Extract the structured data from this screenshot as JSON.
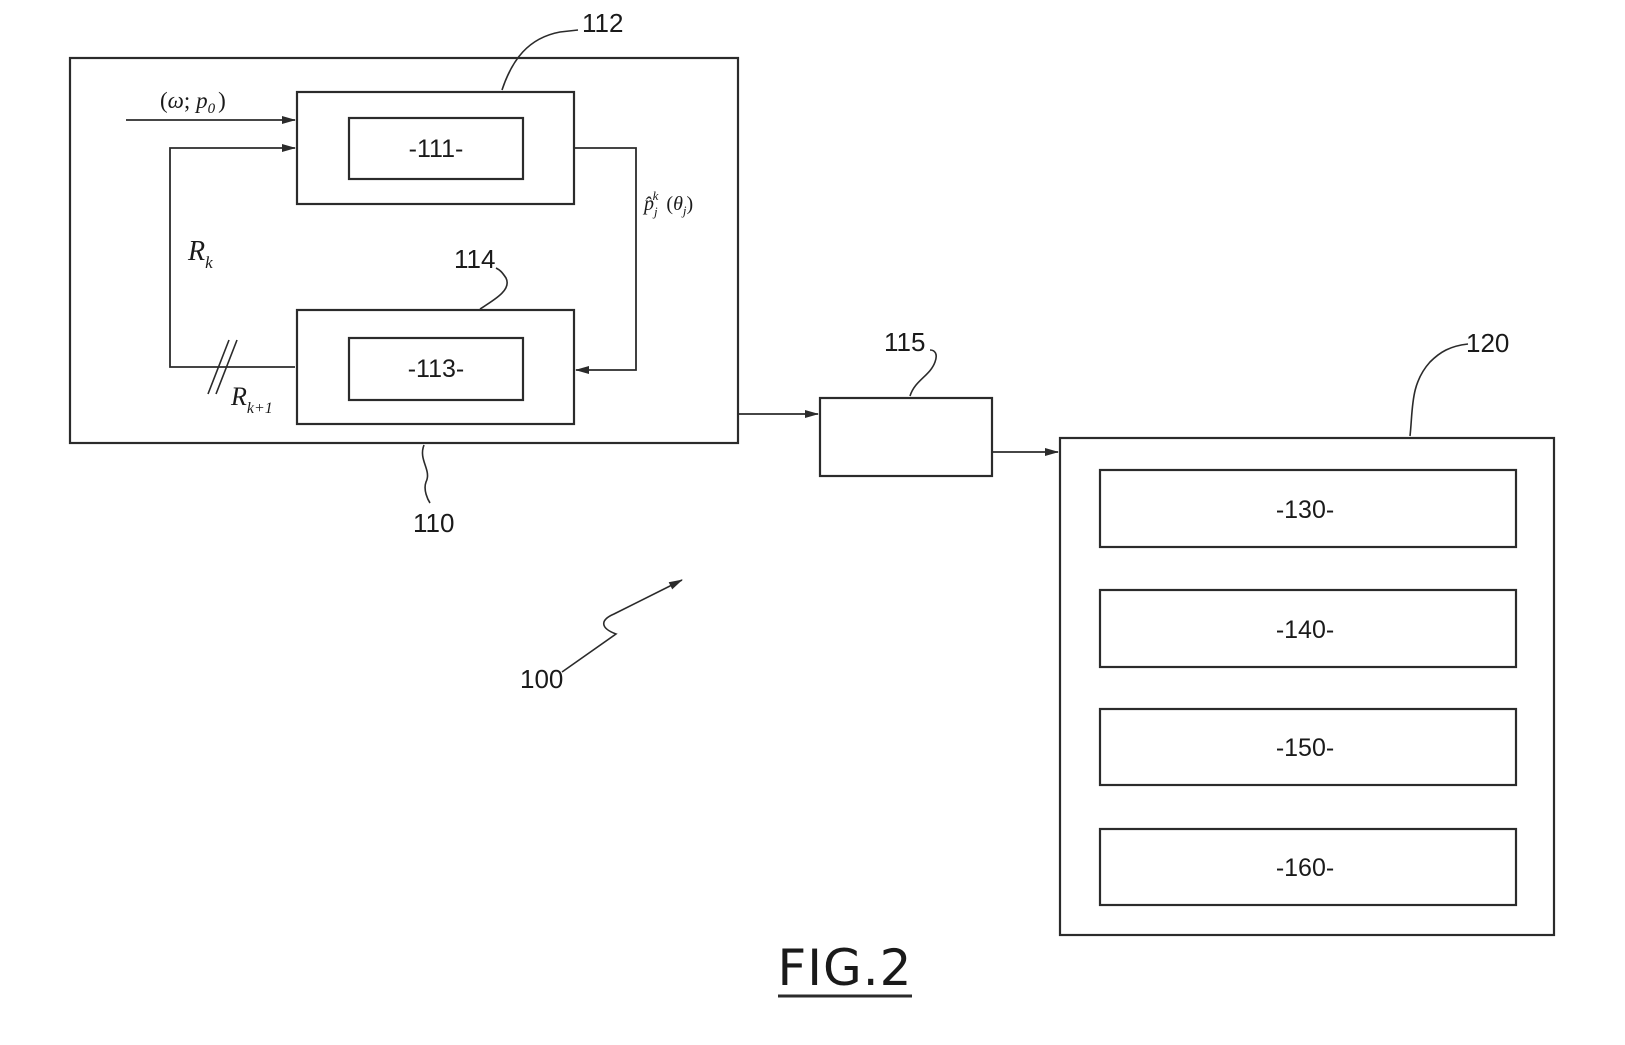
{
  "figure_title": "FIG.2",
  "references": {
    "system": "100",
    "unit_110": "110",
    "unit_112": "112",
    "unit_114": "114",
    "unit_115": "115",
    "unit_120": "120"
  },
  "blocks": {
    "b111": "-111-",
    "b113": "-113-",
    "b130": "-130-",
    "b140": "-140-",
    "b150": "-150-",
    "b160": "-160-"
  },
  "signals": {
    "input_open": "(",
    "input_omega": "ω",
    "input_sep": "; ",
    "input_p": "p",
    "input_p_sub": "0",
    "input_close": ")",
    "rk_main": "R",
    "rk_sub": "k",
    "rk1_main": "R",
    "rk1_sub": "k+1",
    "p_main": "p̂",
    "p_sub": "j",
    "p_sup": "k",
    "theta_open": "(",
    "theta_main": "θ",
    "theta_sub": "j",
    "theta_close": ")"
  }
}
